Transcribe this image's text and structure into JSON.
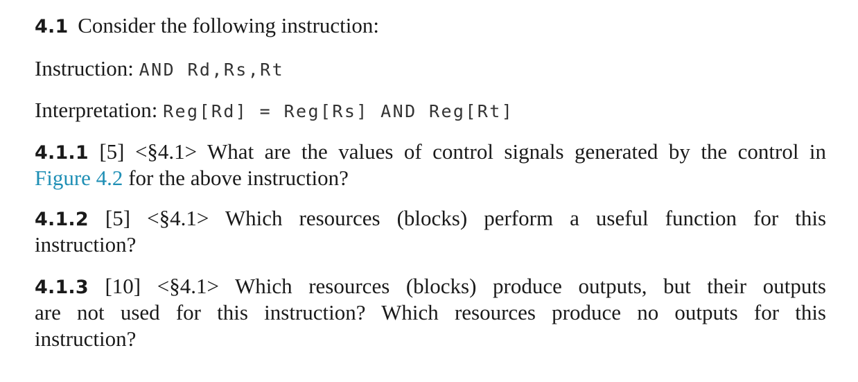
{
  "exercise": {
    "number": "4.1",
    "prompt": "Consider the following instruction:",
    "instruction_label": "Instruction:",
    "instruction_code": "AND Rd,Rs,Rt",
    "interpretation_label": "Interpretation:",
    "interpretation_code": "Reg[Rd] = Reg[Rs] AND Reg[Rt]"
  },
  "questions": [
    {
      "number": "4.1.1",
      "points": "[5]",
      "section": "<§4.1>",
      "line1": "What are the values of control signals generated by the control in",
      "link": "Figure 4.2",
      "line2_rest": "for the above instruction?"
    },
    {
      "number": "4.1.2",
      "points": "[5]",
      "section": "<§4.1>",
      "line1": "Which resources (blocks) perform a useful function for this",
      "line2": "instruction?"
    },
    {
      "number": "4.1.3",
      "points": "[10]",
      "section": "<§4.1>",
      "line1": "Which resources (blocks) produce outputs, but their outputs",
      "line2": "are not used for this instruction? Which resources produce no outputs for this",
      "line3": "instruction?"
    }
  ]
}
